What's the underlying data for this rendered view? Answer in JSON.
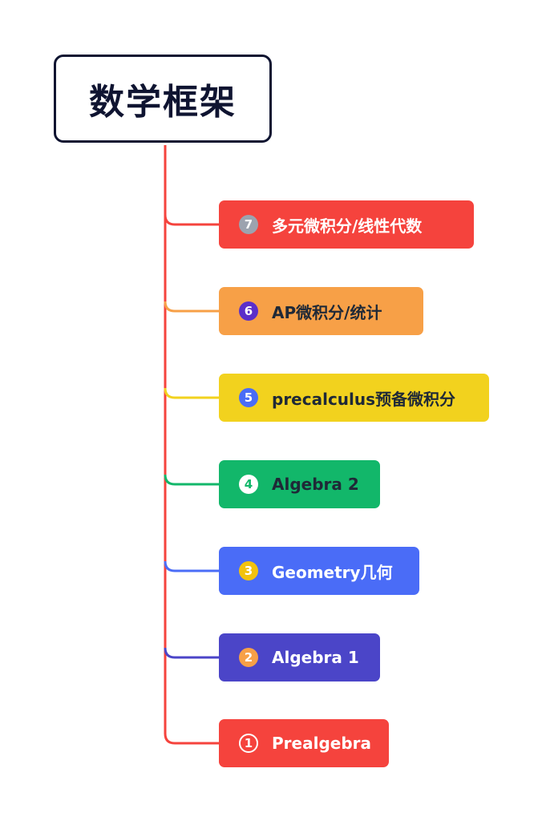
{
  "root": {
    "title": "数学框架"
  },
  "nodes": [
    {
      "num": "7",
      "label": "多元微积分/线性代数",
      "bg": "#f5433d",
      "text": "#ffffff",
      "badge_bg": "#9ca3af",
      "badge_fg": "#ffffff",
      "line": "#f5433d"
    },
    {
      "num": "6",
      "label": "AP微积分/统计",
      "bg": "#f7a047",
      "text": "#1f2937",
      "badge_bg": "#5b2fc9",
      "badge_fg": "#ffffff",
      "line": "#f7a047"
    },
    {
      "num": "5",
      "label": "precalculus预备微积分",
      "bg": "#f2d21e",
      "text": "#1f2937",
      "badge_bg": "#4a6cf7",
      "badge_fg": "#ffffff",
      "line": "#f2d21e"
    },
    {
      "num": "4",
      "label": "Algebra 2",
      "bg": "#12b76a",
      "text": "#1f2937",
      "badge_bg": "#ffffff",
      "badge_fg": "#12b76a",
      "line": "#12b76a"
    },
    {
      "num": "3",
      "label": "Geometry几何",
      "bg": "#4a6cf7",
      "text": "#ffffff",
      "badge_bg": "#f2c20e",
      "badge_fg": "#ffffff",
      "line": "#4a6cf7"
    },
    {
      "num": "2",
      "label": "Algebra 1",
      "bg": "#4b45c8",
      "text": "#ffffff",
      "badge_bg": "#f7a047",
      "badge_fg": "#ffffff",
      "line": "#4b45c8"
    },
    {
      "num": "1",
      "label": "Prealgebra",
      "bg": "#f5433d",
      "text": "#ffffff",
      "badge_bg": "#f5433d",
      "badge_fg": "#ffffff",
      "line": "#f5433d"
    }
  ],
  "trunk_color": "#f5433d"
}
